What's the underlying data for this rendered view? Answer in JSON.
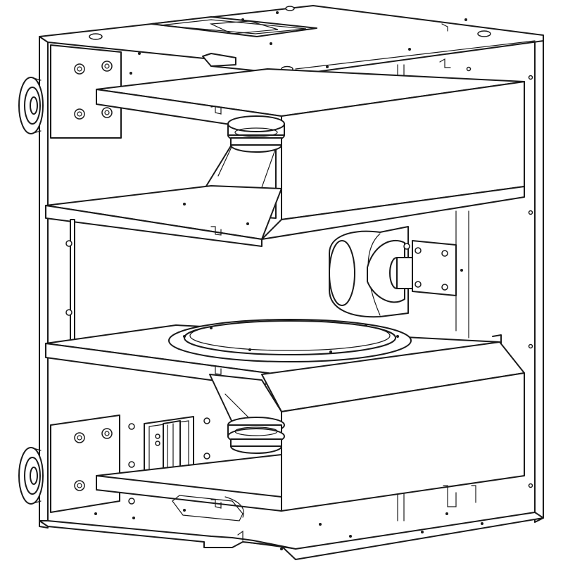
{
  "drawing": {
    "subject": "loudspeaker-enclosure-internal-view",
    "style": "black-line-art-on-white",
    "colors": {
      "line": "#1a1a1a",
      "background": "#ffffff"
    },
    "components": [
      "cabinet-frame",
      "top-panel",
      "bottom-panel",
      "upper-woofer-chamber",
      "lower-woofer-chamber",
      "horn-driver",
      "upper-shelf",
      "middle-shelf",
      "lower-shelf",
      "input-connector-plate",
      "rigging-wheels"
    ]
  }
}
